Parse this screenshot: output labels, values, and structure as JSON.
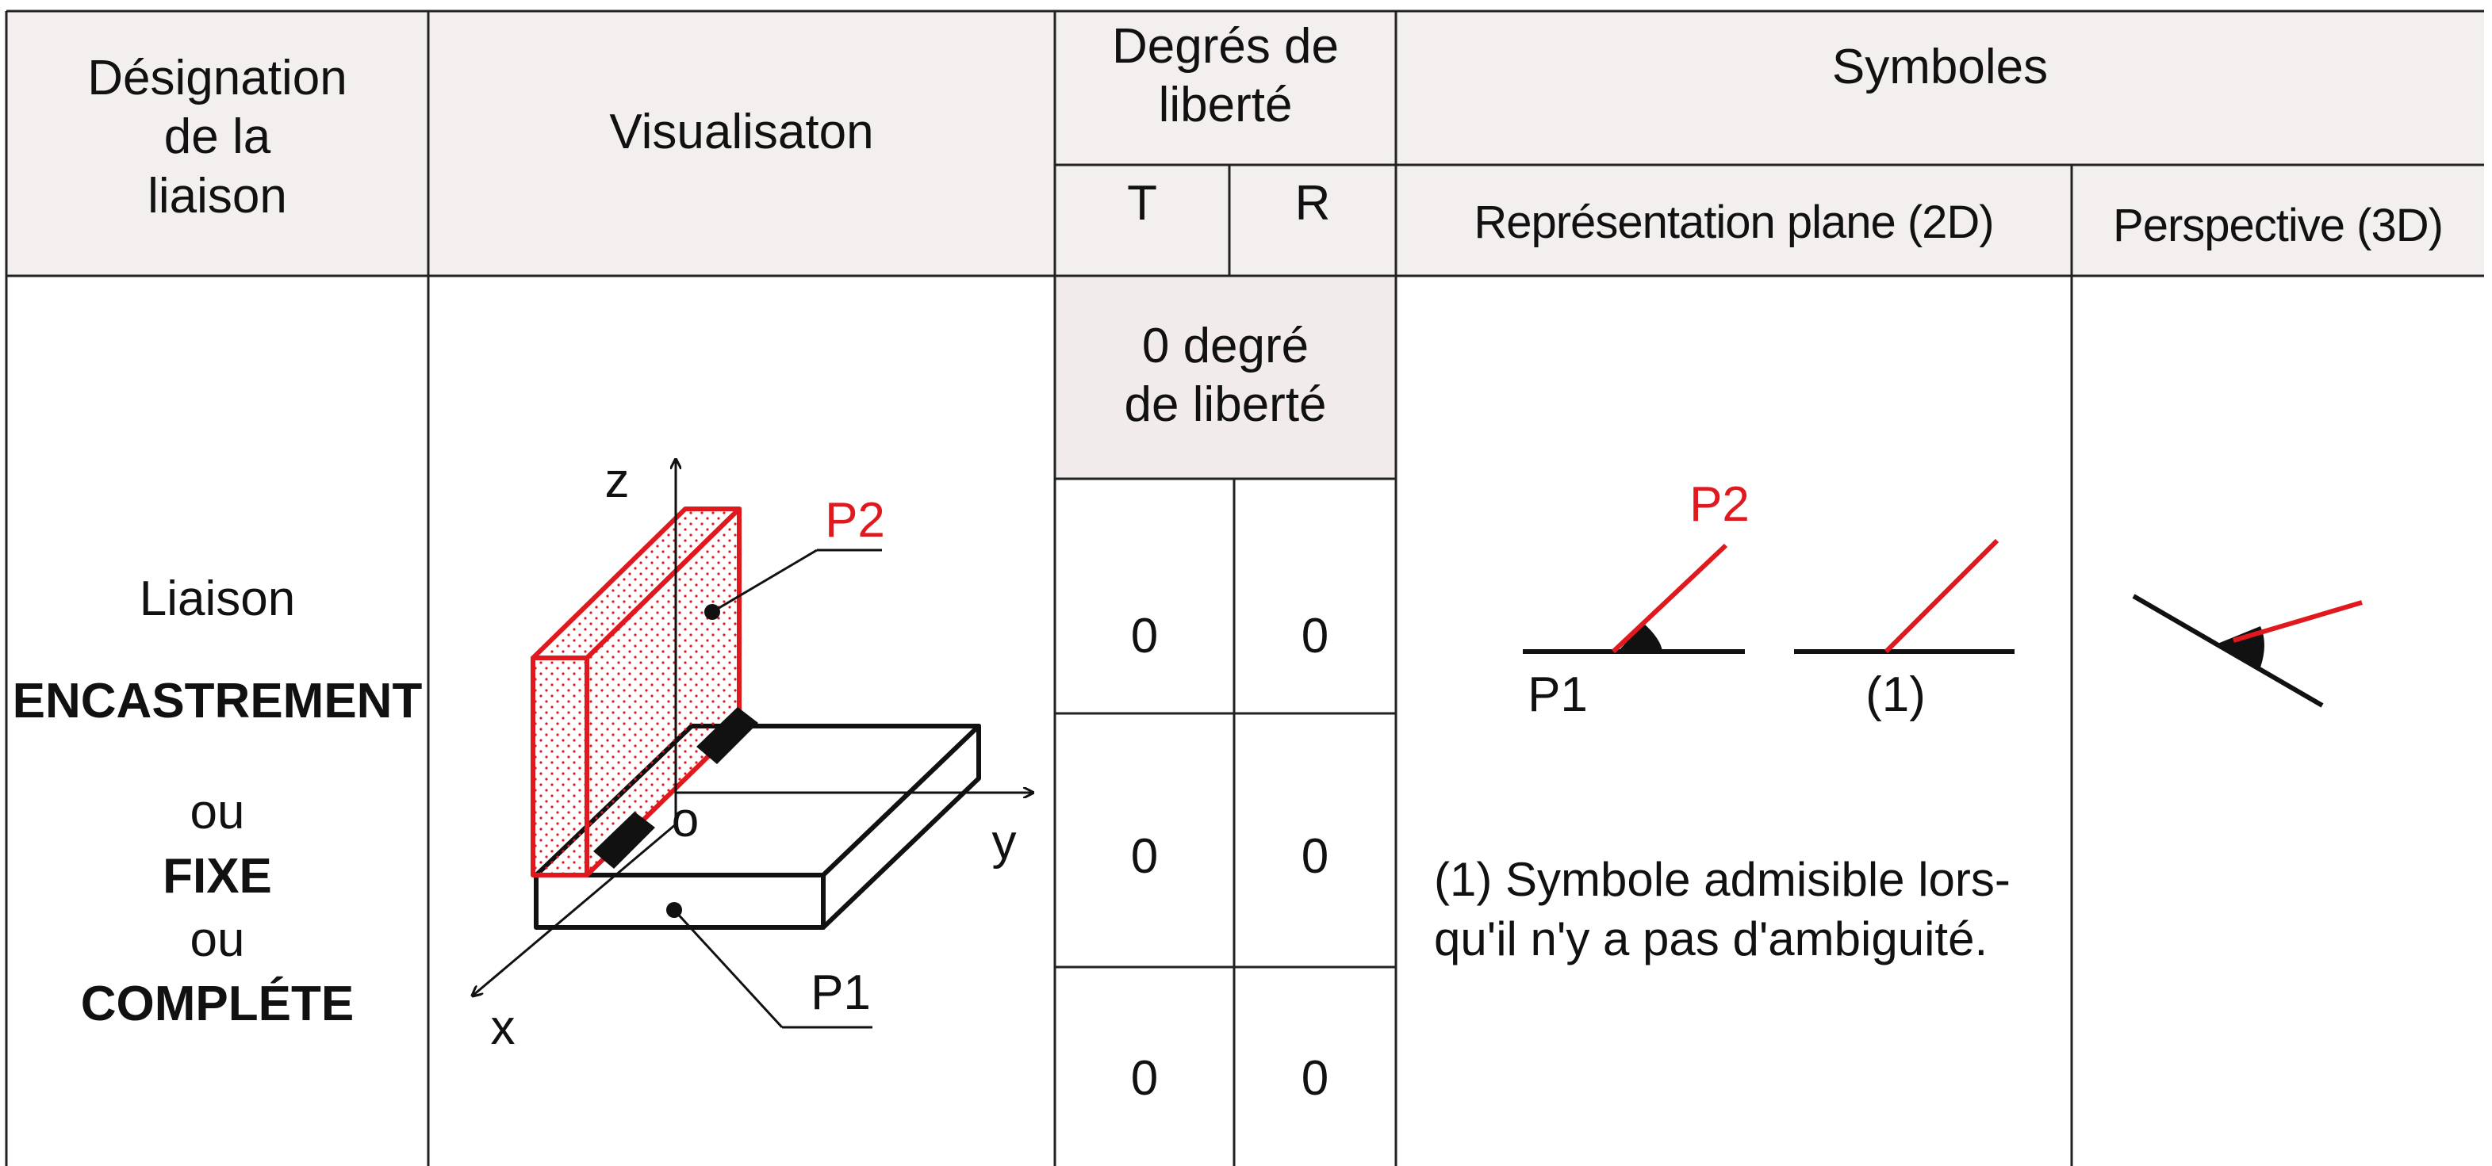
{
  "headers": {
    "designation": [
      "Désignation",
      "de la",
      "liaison"
    ],
    "visualisation": "Visualisaton",
    "degres": [
      "Degrés de",
      "liberté"
    ],
    "t": "T",
    "r": "R",
    "symboles": "Symboles",
    "plane": "Représentation plane (2D)",
    "perspective": "Perspective (3D)"
  },
  "row": {
    "name_lines": [
      "Liaison",
      "ENCASTREMENT",
      "ou",
      "FIXE",
      "ou",
      "COMPLÉTE"
    ],
    "dof_title": [
      "0 degré",
      "de liberté"
    ],
    "dof_values": [
      [
        "0",
        "0"
      ],
      [
        "0",
        "0"
      ],
      [
        "0",
        "0"
      ]
    ],
    "note": [
      "(1) Symbole admisible lors-",
      "qu'il n'y a pas d'ambiguité."
    ]
  },
  "figure": {
    "axis_z": "z",
    "axis_y": "y",
    "axis_x": "x",
    "origin": "o",
    "part_p2": "P2",
    "part_p1": "P1"
  },
  "symbol2d": {
    "p2": "P2",
    "p1": "P1",
    "alt": "(1)"
  },
  "colors": {
    "accent": "#e0191e",
    "grid": "#222222",
    "header_bg": "#f4efef",
    "dof_title_bg": "#f1eceb"
  }
}
